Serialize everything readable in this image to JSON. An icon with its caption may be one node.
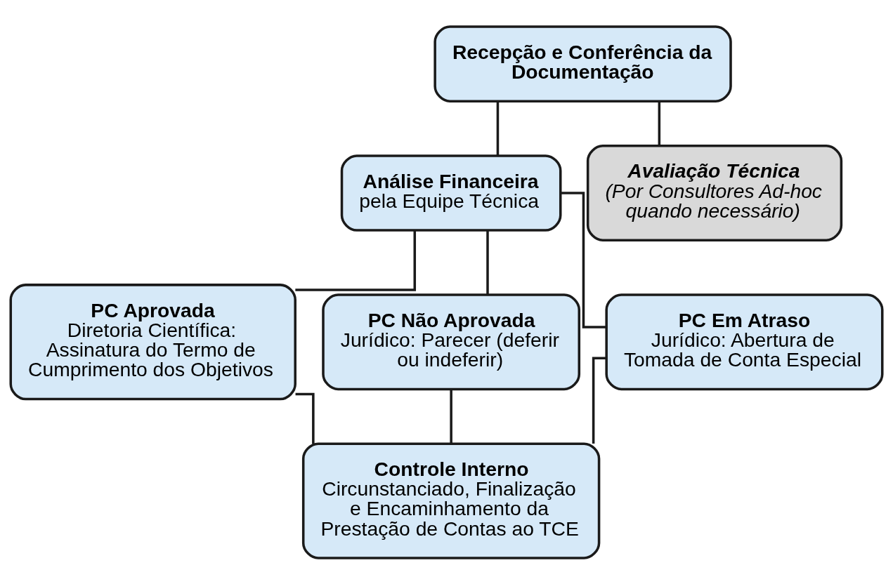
{
  "diagram": {
    "nodes": [
      {
        "text": [
          "Recepção e Conferência da Documentação"
        ]
      },
      {
        "text": [
          "Análise Financeira",
          "pela Equipe Técnica"
        ]
      },
      {
        "text": [
          "Avaliação Técnica",
          "(Por Consultores Ad-hoc quando necessário)"
        ]
      },
      {
        "text": [
          "PC Aprovada",
          "Diretoria Científica: Assinatura do Termo de Cumprimento dos Objetivos"
        ]
      },
      {
        "text": [
          "PC Não Aprovada",
          "Jurídico: Parecer (deferir ou indeferir)"
        ]
      },
      {
        "text": [
          "PC Em Atraso",
          "Jurídico: Abertura de Tomada de Conta Especial"
        ]
      },
      {
        "text": [
          "Controle Interno",
          "Circunstanciado, Finalização e Encaminhamento da Prestação de Contas ao TCE"
        ]
      }
    ],
    "edges": [
      {
        "from": 0,
        "to": 1,
        "arrow": "none"
      },
      {
        "from": 0,
        "to": 2,
        "arrow": "none"
      },
      {
        "from": 1,
        "to": 3,
        "arrow": "none"
      },
      {
        "from": 1,
        "to": 4,
        "arrow": "none"
      },
      {
        "from": 1,
        "to": 5,
        "arrow": "none"
      },
      {
        "from": 3,
        "to": 6,
        "arrow": "none"
      },
      {
        "from": 4,
        "to": 6,
        "arrow": "none"
      },
      {
        "from": 5,
        "to": 6,
        "arrow": "none"
      }
    ]
  }
}
